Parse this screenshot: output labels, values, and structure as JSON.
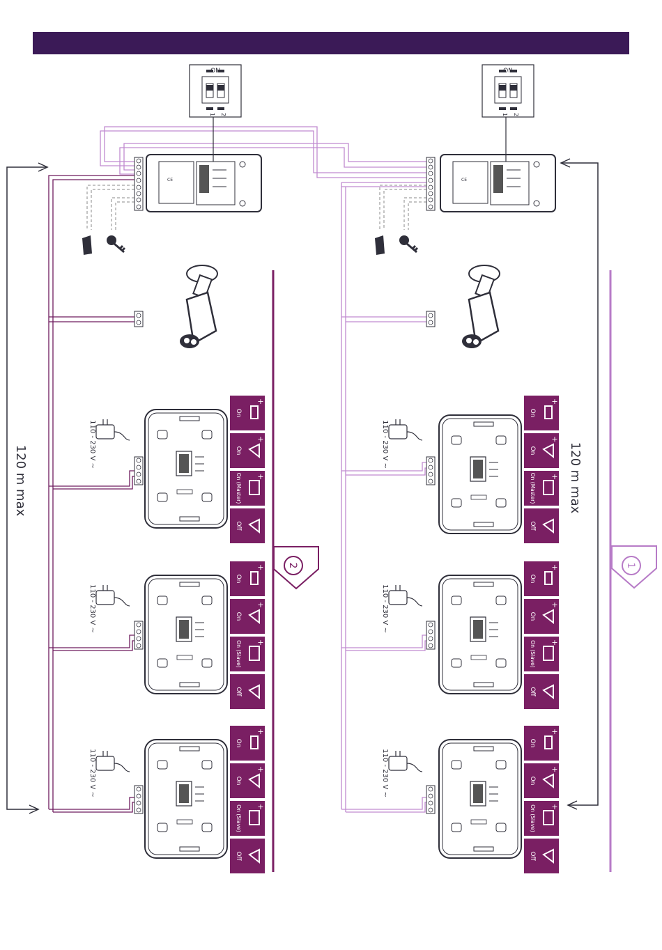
{
  "colors": {
    "header": "#3b1a57",
    "wire_dark": "#6e1b5e",
    "wire_light": "#c08ad0",
    "line_dark": "#7a1f63",
    "line_light": "#b77bc7",
    "tile": "#7a1f63",
    "outline": "#2f2f3a"
  },
  "labels": {
    "dip_on": "ON",
    "dip_1": "1",
    "dip_2": "2",
    "distance": "120 m max",
    "power": "110 - 230 V ~",
    "mark_on": "On",
    "mark_off": "Off",
    "mark_master": "On (Master)",
    "mark_slave": "On (Slave)",
    "step_1": "1",
    "step_2": "2",
    "plus": "+"
  },
  "icons": [
    "door-lock-icon",
    "key-icon",
    "camera-icon",
    "speaker-icon",
    "screen-icon",
    "sleep-icon",
    "power-adapter-icon"
  ],
  "panels": [
    {
      "name": "left",
      "step": "2",
      "monitors": [
        "master",
        "slave",
        "slave"
      ]
    },
    {
      "name": "right",
      "step": "1",
      "monitors": [
        "master",
        "slave",
        "slave"
      ]
    }
  ]
}
